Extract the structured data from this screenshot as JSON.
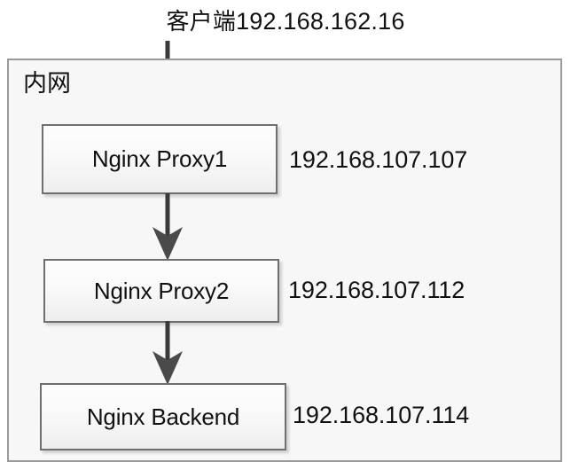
{
  "diagram": {
    "title_cn": "客户端",
    "title_ip": "192.168.162.16",
    "container_label": "内网",
    "colors": {
      "page_background": "#ffffff",
      "container_background": "#f7f7f7",
      "container_border": "#9a9a9a",
      "node_border": "#6f6f6f",
      "node_fill_top": "#fdfdfd",
      "node_fill_bottom": "#eeeeee",
      "text": "#111111",
      "arrow": "#3a3a3a"
    },
    "nodes": [
      {
        "label": "Nginx Proxy1",
        "ip": "192.168.107.107"
      },
      {
        "label": "Nginx Proxy2",
        "ip": "192.168.107.112"
      },
      {
        "label": "Nginx Backend",
        "ip": "192.168.107.114"
      }
    ],
    "arrows": [
      {
        "name": "arrow-client-to-proxy1",
        "direction": "down"
      },
      {
        "name": "arrow-proxy1-to-proxy2",
        "direction": "down"
      },
      {
        "name": "arrow-proxy2-to-backend",
        "direction": "down"
      }
    ]
  }
}
